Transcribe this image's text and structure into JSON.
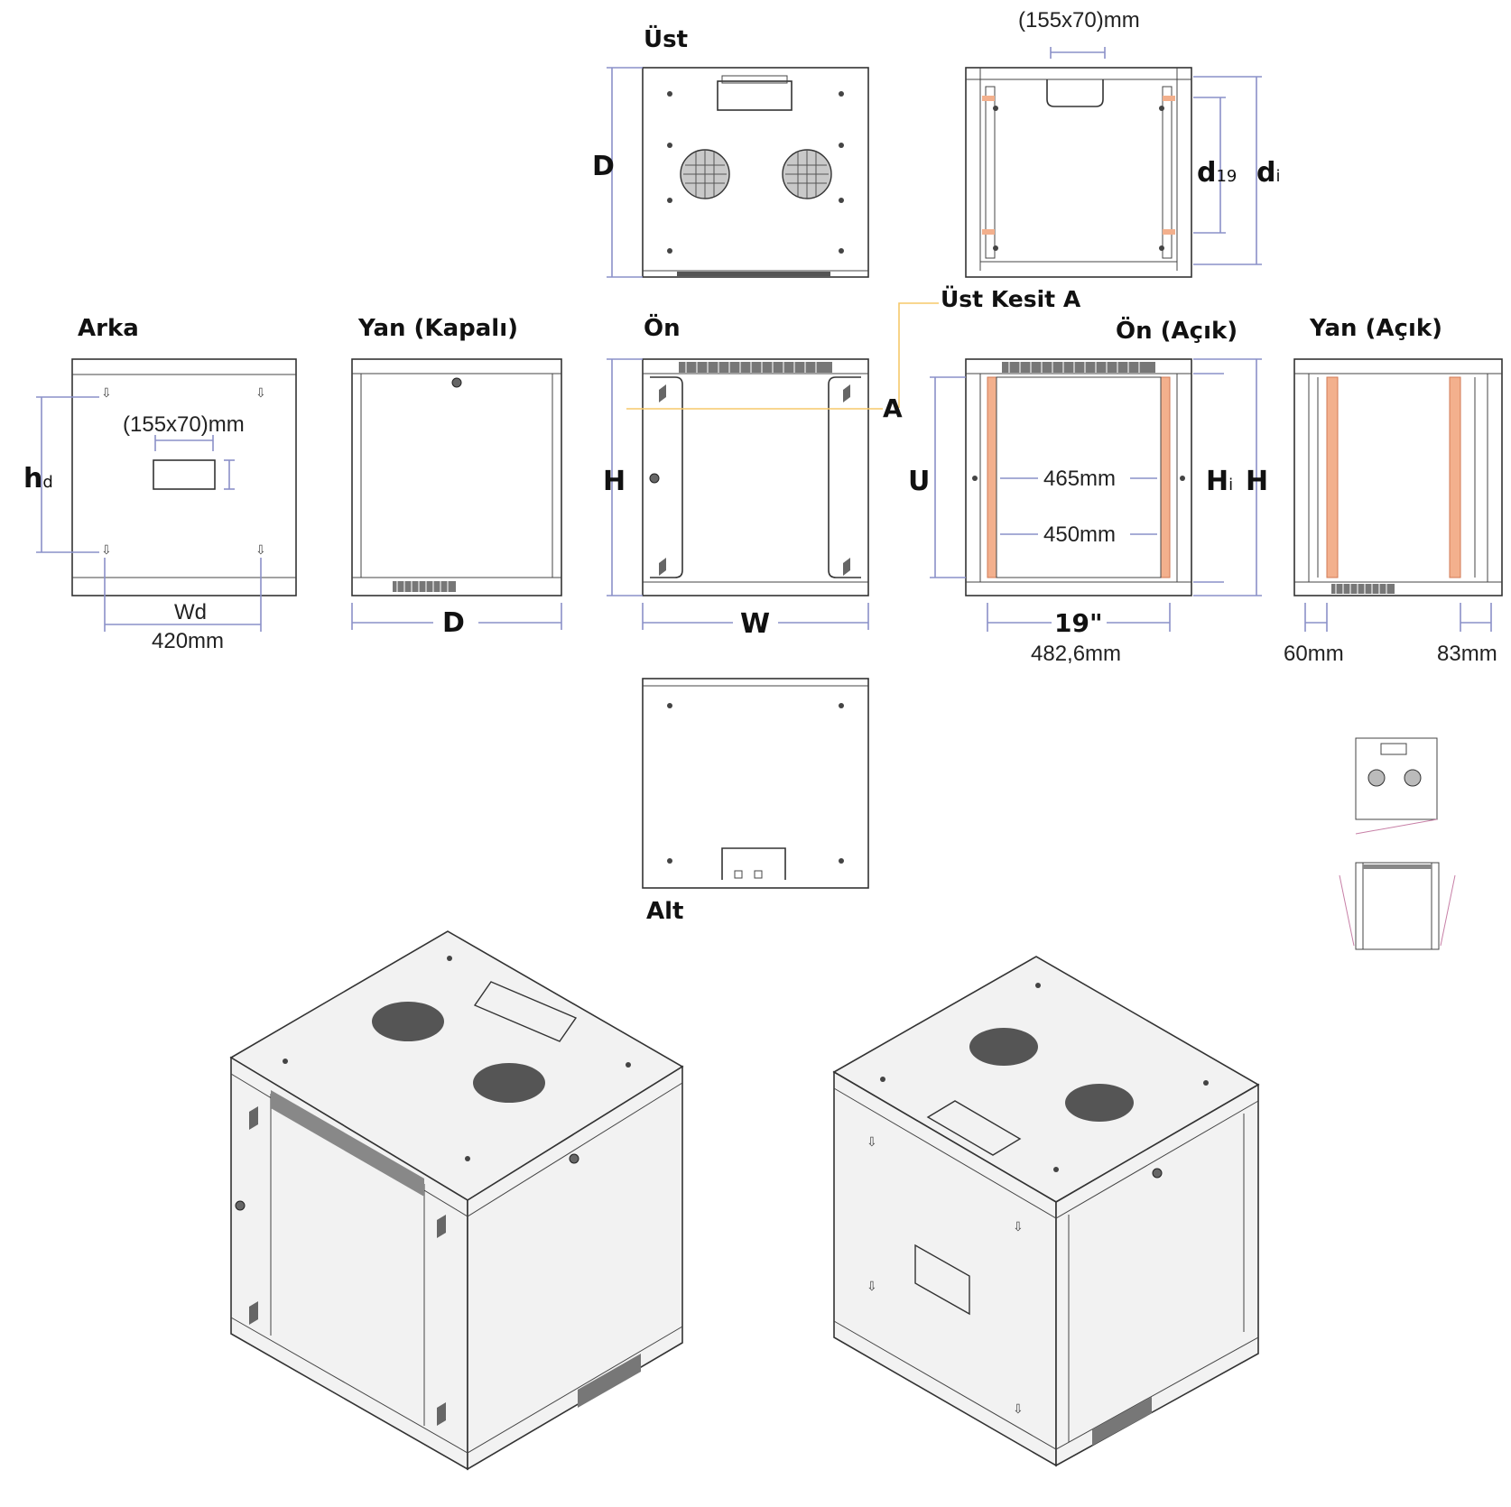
{
  "views": {
    "top": "Üst",
    "back": "Arka",
    "side_closed": "Yan (Kapalı)",
    "front": "Ön",
    "section_title": "Üst Kesit A",
    "front_open": "Ön (Açık)",
    "side_open": "Yan (Açık)",
    "bottom": "Alt"
  },
  "dimensions": {
    "cutout_top": "(155x70)mm",
    "cutout_back": "(155x70)mm",
    "D": "D",
    "W": "W",
    "H": "H",
    "A": "A",
    "U": "U",
    "hd_main": "h",
    "hd_sub": "d",
    "wd": "Wd",
    "w420": "420mm",
    "d19_main": "d",
    "d19_sub": "19",
    "di_main": "d",
    "di_sub": "i",
    "hi_main": "H",
    "hi_sub": "i",
    "mm465": "465mm",
    "mm450": "450mm",
    "inch19": "19\"",
    "mm482": "482,6mm",
    "mm60": "60mm",
    "mm83": "83mm"
  },
  "colors": {
    "dimension_line": "#8a90c8",
    "section_line": "#f5c86a",
    "rack_rail": "#f3b08d",
    "outline": "#333333"
  }
}
